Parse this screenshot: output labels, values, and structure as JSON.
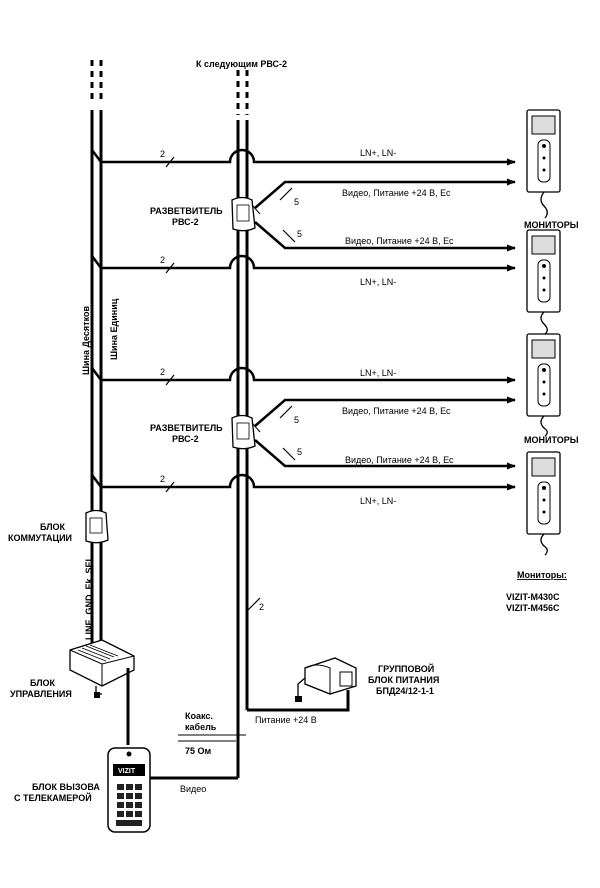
{
  "top_label": "К следующим РВС-2",
  "bus_tens_label": "Шина Десятков",
  "bus_units_label": "Шина Единиц",
  "splitter_label_line1": "РАЗВЕТВИТЕЛЬ",
  "splitter_label_line2": "РВС-2",
  "monitors_label": "МОНИТОРЫ",
  "ln_label": "LN+, LN-",
  "video_power_label": "Видео,  Питание +24 В,  Ес",
  "wire_count_2": "2",
  "wire_count_5": "5",
  "switch_block_line1": "БЛОК",
  "switch_block_line2": "КОММУТАЦИИ",
  "control_lines_label": "LINE, GND, Ek, SEL",
  "control_block_line1": "БЛОК",
  "control_block_line2": "УПРАВЛЕНИЯ",
  "psu_line1": "ГРУППОВОЙ",
  "psu_line2": "БЛОК  ПИТАНИЯ",
  "psu_line3": "БПД24/12-1-1",
  "power_label": "Питание +24 В",
  "coax_line1": "Коакс.",
  "coax_line2": "кабель",
  "coax_impedance": "75 Ом",
  "video_label": "Видео",
  "call_block_line1": "БЛОК ВЫЗОВА",
  "call_block_line2": "С ТЕЛЕКАМЕРОЙ",
  "panel_brand": "VIZIT",
  "monitors_list_title": "Мониторы:",
  "monitor_models": [
    "VIZIT-M430C",
    "VIZIT-M456C"
  ]
}
